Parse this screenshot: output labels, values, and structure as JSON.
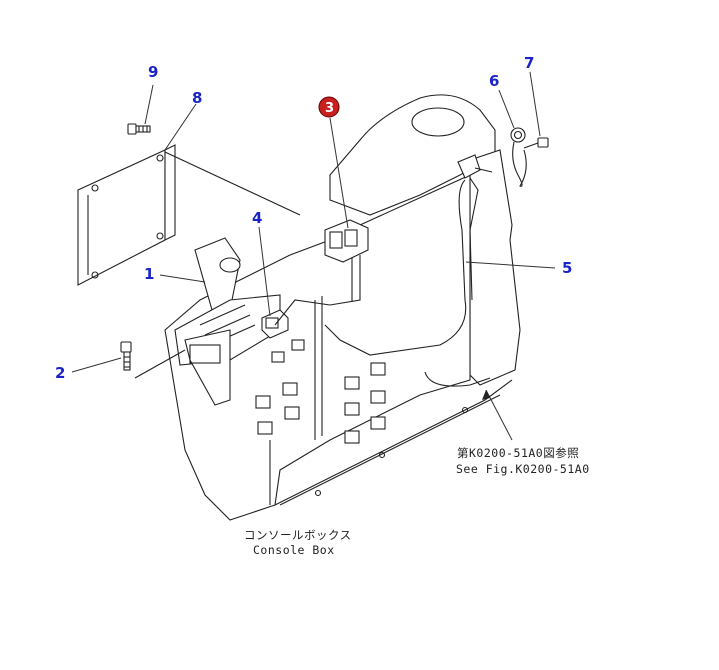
{
  "callouts": {
    "c1": "1",
    "c2": "2",
    "c3": "3",
    "c4": "4",
    "c5": "5",
    "c6": "6",
    "c7": "7",
    "c8": "8",
    "c9": "9"
  },
  "notes": {
    "ref_jp": "第K0200-51A0図参照",
    "ref_en": "See Fig.K0200-51A0",
    "box_jp": "コンソールボックス",
    "box_en": "Console Box"
  },
  "colors": {
    "callout_text": "#1a24c8",
    "highlight_fill": "#c8201e"
  }
}
